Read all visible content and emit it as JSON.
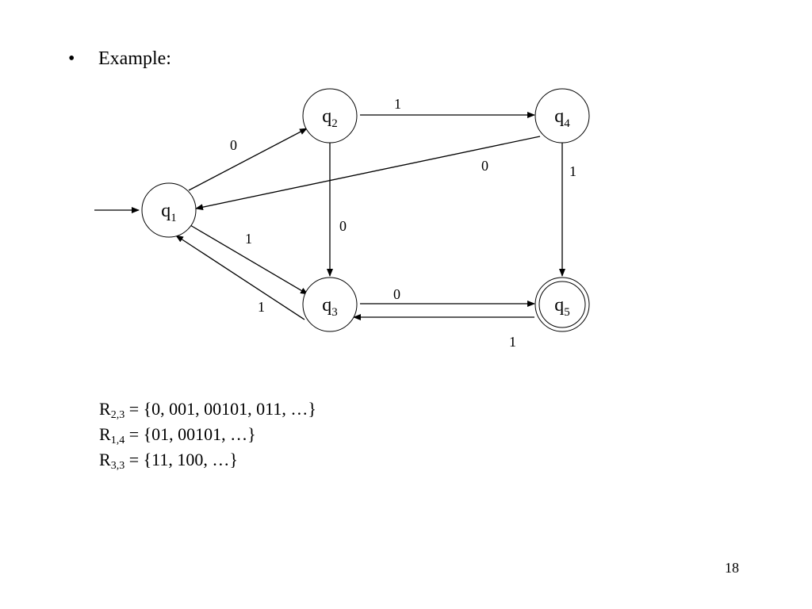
{
  "slide": {
    "bullet": "•",
    "heading": "Example:",
    "page_number": "18"
  },
  "diagram": {
    "states": [
      {
        "id": "q1",
        "label": "q",
        "sub": "1",
        "start": true,
        "accepting": false
      },
      {
        "id": "q2",
        "label": "q",
        "sub": "2",
        "start": false,
        "accepting": false
      },
      {
        "id": "q3",
        "label": "q",
        "sub": "3",
        "start": false,
        "accepting": false
      },
      {
        "id": "q4",
        "label": "q",
        "sub": "4",
        "start": false,
        "accepting": false
      },
      {
        "id": "q5",
        "label": "q",
        "sub": "5",
        "start": false,
        "accepting": true
      }
    ],
    "transitions": [
      {
        "from": "q1",
        "to": "q2",
        "label": "0"
      },
      {
        "from": "q1",
        "to": "q3",
        "label": "1"
      },
      {
        "from": "q3",
        "to": "q1",
        "label": "1"
      },
      {
        "from": "q2",
        "to": "q3",
        "label": "0"
      },
      {
        "from": "q2",
        "to": "q4",
        "label": "1"
      },
      {
        "from": "q4",
        "to": "q1",
        "label": "0"
      },
      {
        "from": "q4",
        "to": "q5",
        "label": "1"
      },
      {
        "from": "q3",
        "to": "q5",
        "label": "0"
      },
      {
        "from": "q5",
        "to": "q3",
        "label": "1"
      }
    ]
  },
  "sets": [
    {
      "symbol": "R",
      "sub": "2,3",
      "value": " = {0, 001, 00101, 011, …}"
    },
    {
      "symbol": "R",
      "sub": "1,4",
      "value": " = {01, 00101, …}"
    },
    {
      "symbol": "R",
      "sub": "3,3",
      "value": " = {11, 100, …}"
    }
  ]
}
